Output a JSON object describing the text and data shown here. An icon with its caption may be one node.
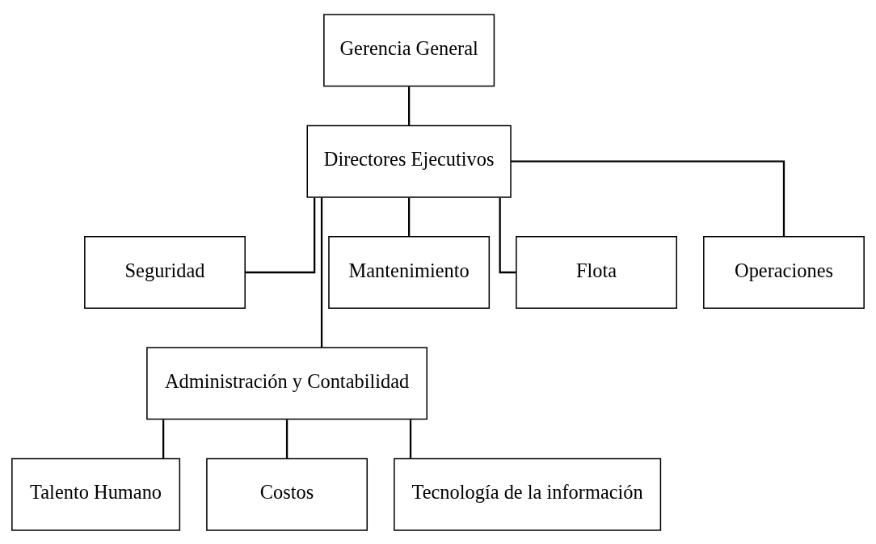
{
  "diagram": {
    "nodes": [
      {
        "text": [
          "Gerencia General"
        ]
      },
      {
        "text": [
          "Directores Ejecutivos"
        ]
      },
      {
        "text": [
          "Seguridad"
        ]
      },
      {
        "text": [
          "Administración y Contabilidad"
        ]
      },
      {
        "text": [
          "Mantenimiento"
        ]
      },
      {
        "text": [
          "Flota"
        ]
      },
      {
        "text": [
          "Operaciones"
        ]
      },
      {
        "text": [
          "Talento Humano"
        ]
      },
      {
        "text": [
          "Costos"
        ]
      },
      {
        "text": [
          "Tecnología de la información"
        ]
      }
    ],
    "edges": [
      {
        "from": 0,
        "to": 1,
        "arrow": "none"
      },
      {
        "from": 1,
        "to": 2,
        "arrow": "none"
      },
      {
        "from": 1,
        "to": 3,
        "arrow": "none"
      },
      {
        "from": 1,
        "to": 4,
        "arrow": "none"
      },
      {
        "from": 1,
        "to": 5,
        "arrow": "none"
      },
      {
        "from": 1,
        "to": 6,
        "arrow": "none"
      },
      {
        "from": 3,
        "to": 7,
        "arrow": "none"
      },
      {
        "from": 3,
        "to": 8,
        "arrow": "none"
      },
      {
        "from": 3,
        "to": 9,
        "arrow": "none"
      }
    ]
  }
}
